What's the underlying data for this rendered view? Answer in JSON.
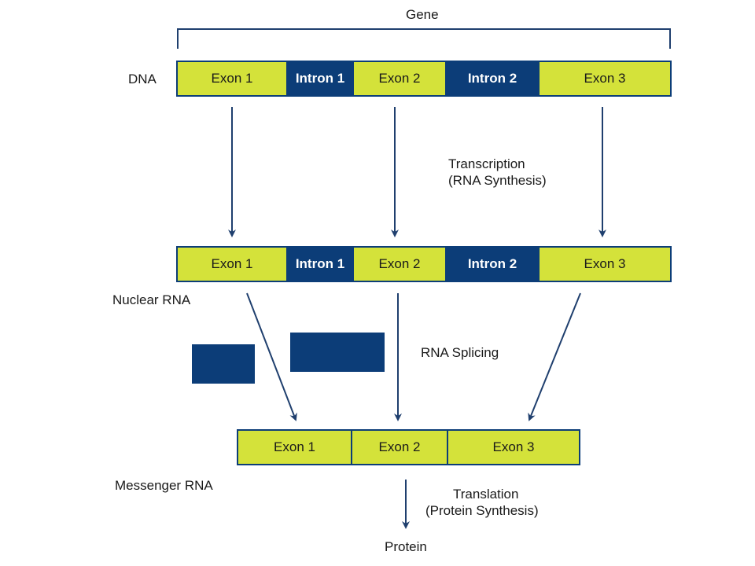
{
  "gene_label": "Gene",
  "dna": {
    "label": "DNA",
    "segments": [
      {
        "type": "exon",
        "text": "Exon 1"
      },
      {
        "type": "intron",
        "text": "Intron 1"
      },
      {
        "type": "exon",
        "text": "Exon 2"
      },
      {
        "type": "intron",
        "text": "Intron 2"
      },
      {
        "type": "exon",
        "text": "Exon 3"
      }
    ]
  },
  "nuclear_rna": {
    "label": "Nuclear RNA",
    "segments": [
      {
        "type": "exon",
        "text": "Exon 1"
      },
      {
        "type": "intron",
        "text": "Intron 1"
      },
      {
        "type": "exon",
        "text": "Exon 2"
      },
      {
        "type": "intron",
        "text": "Intron 2"
      },
      {
        "type": "exon",
        "text": "Exon 3"
      }
    ]
  },
  "messenger_rna": {
    "label": "Messenger RNA",
    "segments": [
      {
        "type": "exon",
        "text": "Exon 1"
      },
      {
        "type": "exon",
        "text": "Exon 2"
      },
      {
        "type": "exon",
        "text": "Exon 3"
      }
    ]
  },
  "steps": {
    "transcription_line1": "Transcription",
    "transcription_line2": "(RNA Synthesis)",
    "splicing": "RNA Splicing",
    "translation_line1": "Translation",
    "translation_line2": "(Protein Synthesis)"
  },
  "protein_label": "Protein",
  "colors": {
    "exon": "#d4e23a",
    "intron": "#0c3d78",
    "arrow": "#1f3f6e"
  }
}
